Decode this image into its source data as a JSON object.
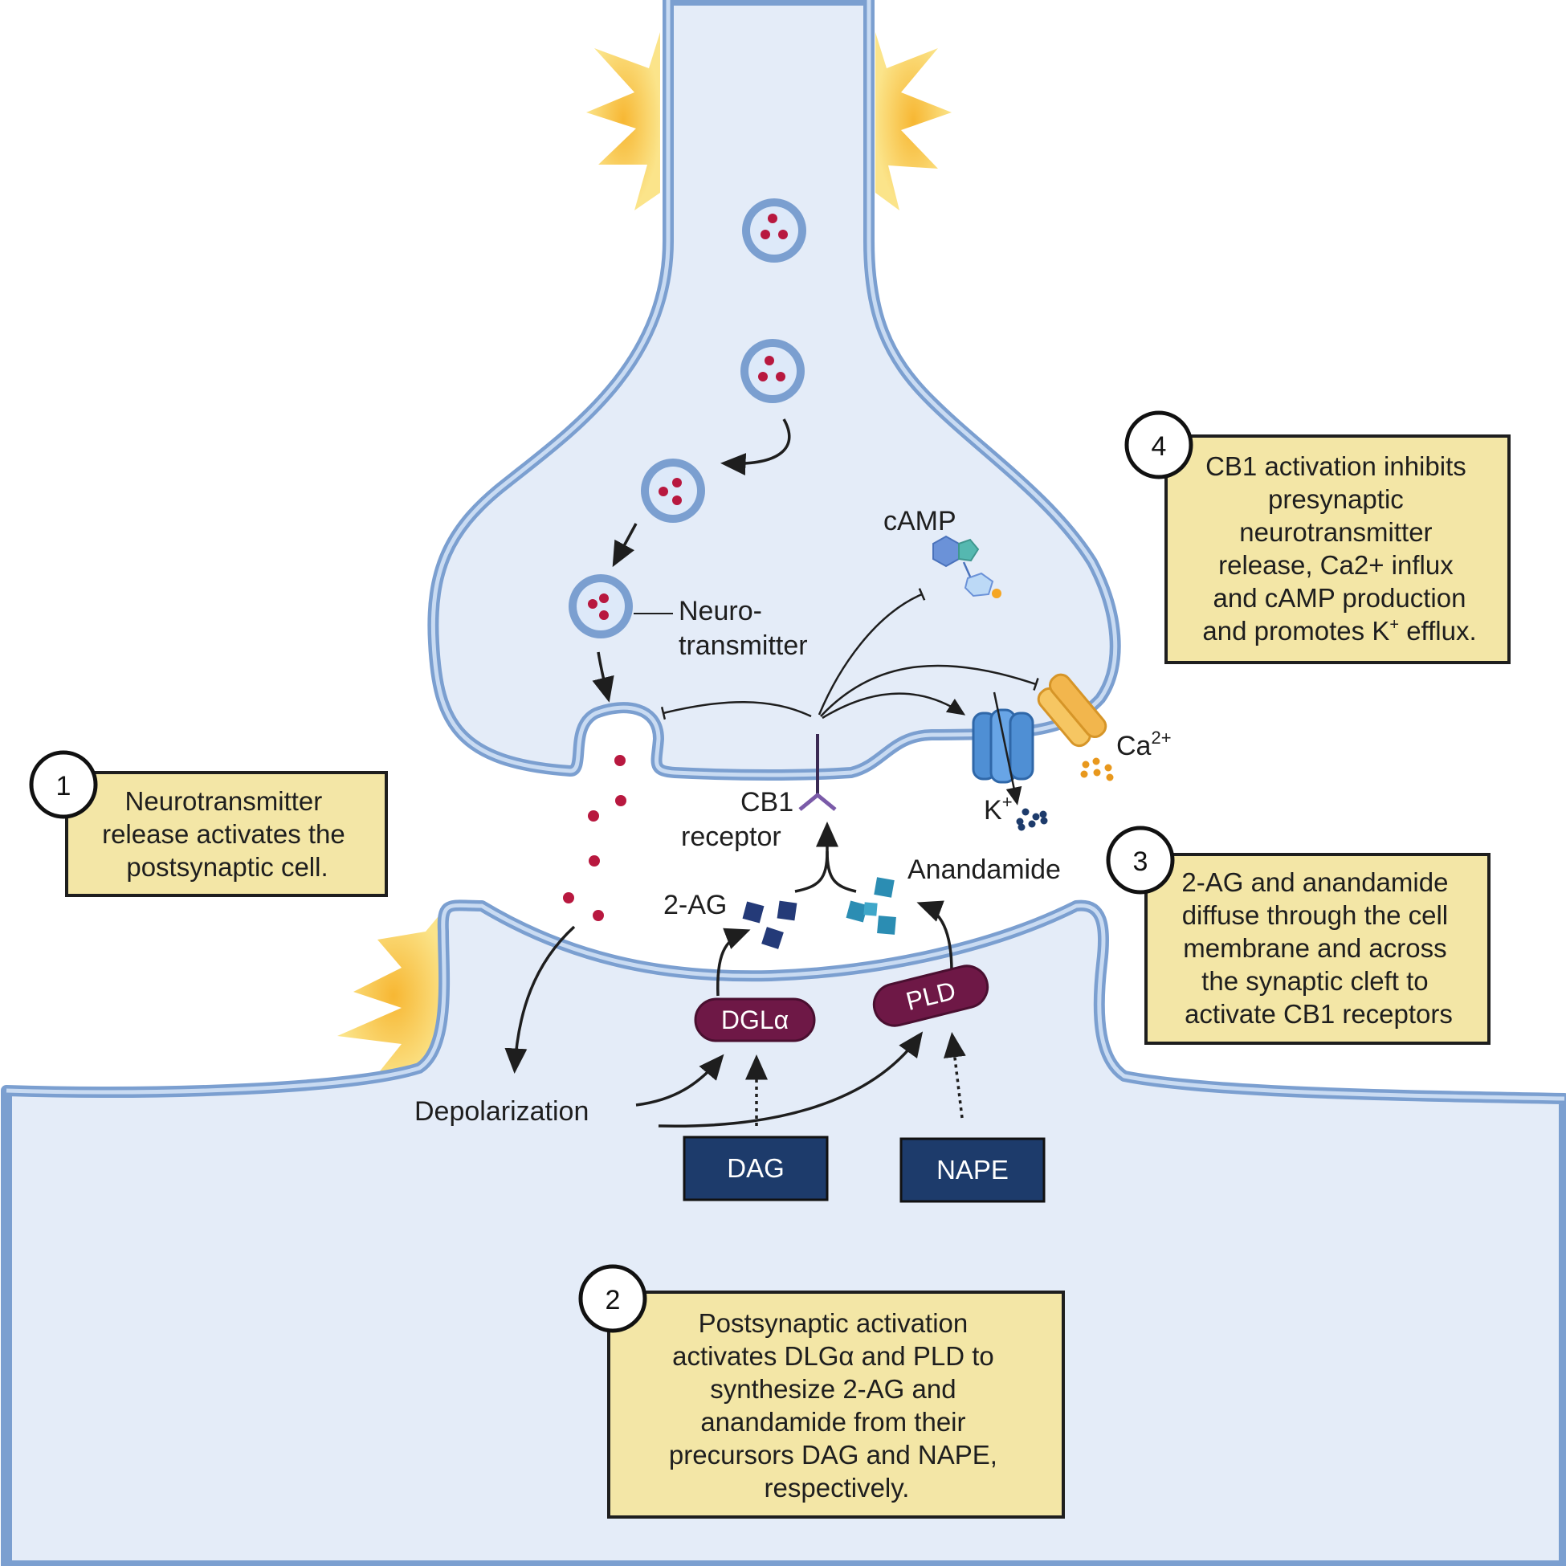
{
  "labels": {
    "neurotransmitter_line1": "Neuro-",
    "neurotransmitter_line2": "transmitter",
    "camp": "cAMP",
    "ca_base": "Ca",
    "ca_sup": "2+",
    "k_base": "K",
    "k_sup": "+",
    "cb1_line1": "CB1",
    "cb1_line2": "receptor",
    "two_ag": "2-AG",
    "anandamide": "Anandamide",
    "depolarization": "Depolarization",
    "dgla": "DGLα",
    "pld": "PLD",
    "dag": "DAG",
    "nape": "NAPE"
  },
  "steps": [
    {
      "number": "1",
      "lines": [
        "Neurotransmitter",
        "release activates the",
        "postsynaptic cell."
      ]
    },
    {
      "number": "2",
      "lines": [
        "Postsynaptic activation",
        "activates DLGα and PLD to",
        "synthesize 2-AG and",
        "anandamide from their",
        "precursors DAG and NAPE,",
        "respectively."
      ]
    },
    {
      "number": "3",
      "lines": [
        "2-AG and anandamide",
        "diffuse through the cell",
        "membrane and across",
        "the synaptic cleft to",
        "activate CB1 receptors"
      ]
    },
    {
      "number": "4",
      "lines": [
        "CB1 activation inhibits",
        "presynaptic",
        "neurotransmitter",
        "release, Ca2+ influx",
        "and cAMP production",
        "and promotes K",
        "efflux."
      ],
      "sup": "+"
    }
  ],
  "colors": {
    "membrane": "#7b9fd0",
    "cytoplasm": "#e4ecf8",
    "vesicle_cargo": "#b8183f",
    "box_fill": "#f3e6a6",
    "enzyme": "#6e1846",
    "precursor": "#1d3b6b",
    "two_ag": "#243a78",
    "anandamide": "#2b8db3",
    "cb1": "#7a5aa8",
    "k_channel": "#4f8fd4",
    "ca_channel": "#f2b64d",
    "burst": "#f8c94a"
  }
}
